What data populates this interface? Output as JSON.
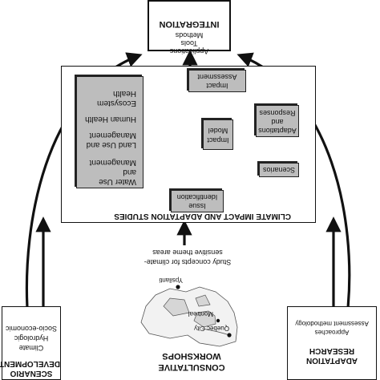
{
  "integration": {
    "title": "INTEGRATION",
    "items": [
      "Methods",
      "Tools",
      "Applications"
    ]
  },
  "climate": {
    "title": "CLIMATE IMPACT AND ADAPTATION STUDIES",
    "sectors": [
      "Water Use",
      "and",
      "Management",
      "Land Use and",
      "Management",
      "Human Health",
      "Ecosystem",
      "Health"
    ],
    "issue": [
      "Issue",
      "Identification"
    ],
    "impact_model": [
      "Impact",
      "Model"
    ],
    "impact_assessment": [
      "Impact",
      "Assessment"
    ],
    "adaptations": [
      "Adaptations",
      "and",
      "Responses"
    ],
    "scenarios": "Scenarios"
  },
  "scenario": {
    "title": [
      "SCENARIO",
      "DEVELOPMENT"
    ],
    "items": [
      "Climate",
      "Hydrologic",
      "Socio-economic"
    ]
  },
  "workshops": {
    "title": [
      "CONSULTATIVE",
      "WORKSHOPS"
    ],
    "study_text": [
      "Study concepts for climate-",
      "sensitive theme areas"
    ],
    "places": [
      "Quebec City",
      "Montreal",
      "Ypsilanti"
    ]
  },
  "research": {
    "title": [
      "ADAPTATION",
      "RESEARCH"
    ],
    "items": [
      "Approaches",
      "Assessment methodology"
    ]
  }
}
